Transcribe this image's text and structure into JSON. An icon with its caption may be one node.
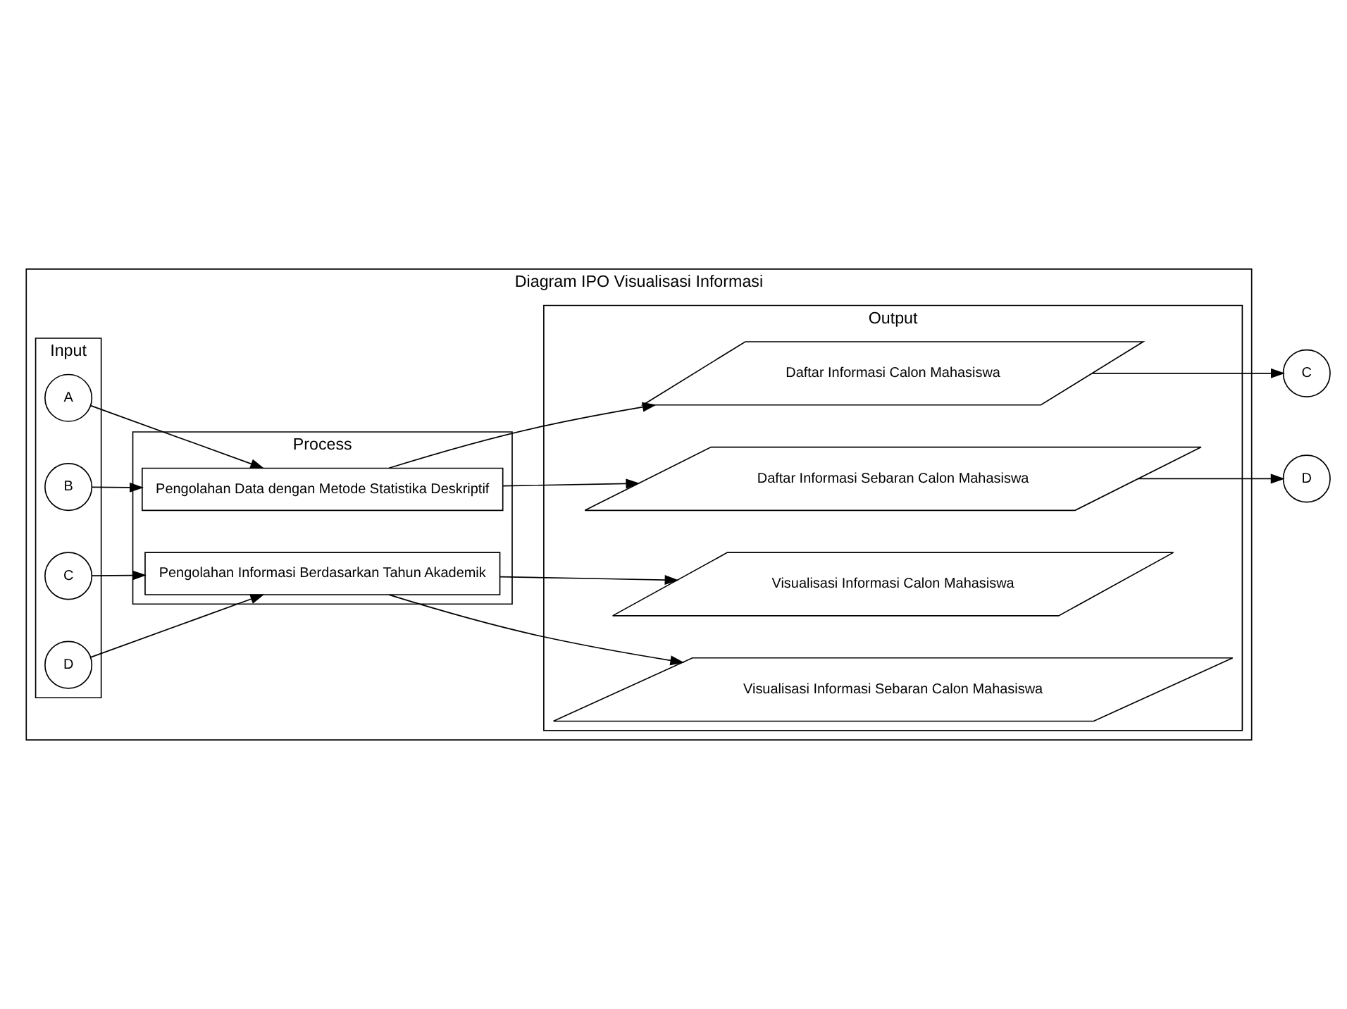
{
  "diagram": {
    "nodes": [
      {
        "text": [
          "Diagram IPO Visualisasi Informasi"
        ]
      },
      {
        "text": [
          "Input"
        ],
        "in": 0
      },
      {
        "text": [
          "Process"
        ],
        "in": 0
      },
      {
        "text": [
          "Output"
        ],
        "in": 0
      },
      {
        "text": [
          "A"
        ],
        "in": 1
      },
      {
        "text": [
          "B"
        ],
        "in": 1
      },
      {
        "text": [
          "C"
        ],
        "in": 1
      },
      {
        "text": [
          "D"
        ],
        "in": 1
      },
      {
        "text": [
          "Pengolahan Data dengan Metode Statistika Deskriptif"
        ],
        "in": 2
      },
      {
        "text": [
          "Pengolahan Informasi Berdasarkan Tahun Akademik"
        ],
        "in": 2
      },
      {
        "text": [
          "Daftar Informasi Calon Mahasiswa"
        ],
        "in": 3
      },
      {
        "text": [
          "Daftar Informasi Sebaran Calon Mahasiswa"
        ],
        "in": 3
      },
      {
        "text": [
          "Visualisasi Informasi Calon Mahasiswa"
        ],
        "in": 3
      },
      {
        "text": [
          "Visualisasi Informasi Sebaran Calon Mahasiswa"
        ],
        "in": 3
      },
      {
        "text": [
          "C"
        ]
      },
      {
        "text": [
          "D"
        ]
      }
    ],
    "edges": [
      {
        "from": 4,
        "to": 8,
        "arrow": "to"
      },
      {
        "from": 5,
        "to": 8,
        "arrow": "to"
      },
      {
        "from": 8,
        "to": 10,
        "arrow": "to"
      },
      {
        "from": 8,
        "to": 11,
        "arrow": "to"
      },
      {
        "from": 10,
        "to": 14,
        "arrow": "to"
      },
      {
        "from": 11,
        "to": 15,
        "arrow": "to"
      },
      {
        "from": 6,
        "to": 9,
        "arrow": "to"
      },
      {
        "from": 7,
        "to": 9,
        "arrow": "to"
      },
      {
        "from": 9,
        "to": 12,
        "arrow": "to"
      },
      {
        "from": 9,
        "to": 13,
        "arrow": "to"
      }
    ]
  }
}
